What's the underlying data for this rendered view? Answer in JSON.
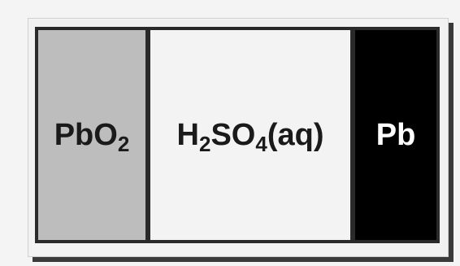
{
  "cell": {
    "cathode": {
      "main": "PbO",
      "sub": "2",
      "color": "#bdbdbd"
    },
    "electrolyte": {
      "part1": "H",
      "sub1": "2",
      "part2": "SO",
      "sub2": "4",
      "part3": "(aq)",
      "color": "#f3f3f3"
    },
    "anode": {
      "label": "Pb",
      "color": "#000000"
    }
  }
}
